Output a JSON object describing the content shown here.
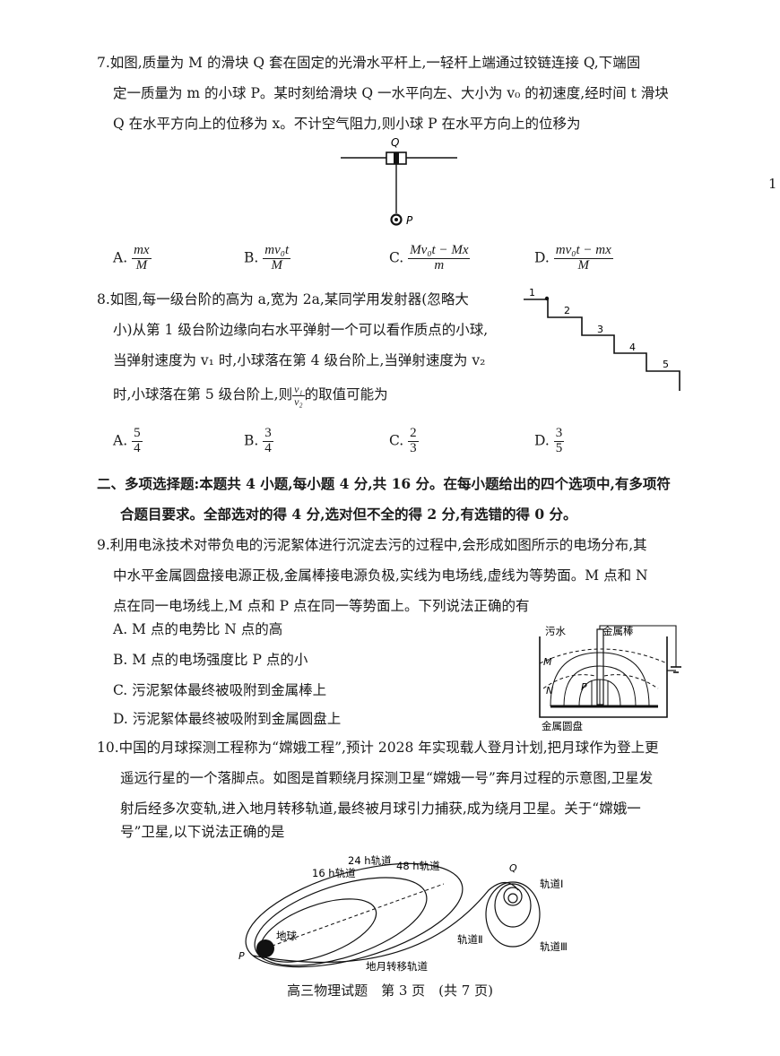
{
  "margin_number": "1",
  "q7": {
    "line1": "7.如图,质量为 M 的滑块 Q 套在固定的光滑水平杆上,一轻杆上端通过铰链连接 Q,下端固",
    "line2": "定一质量为 m 的小球 P。某时刻给滑块 Q 一水平向左、大小为 v₀ 的初速度,经时间 t 滑块",
    "line3": "Q 在水平方向上的位移为 x。不计空气阻力,则小球 P 在水平方向上的位移为",
    "fig_label_q": "Q",
    "fig_label_p": "P",
    "options": [
      {
        "letter": "A.",
        "num": "mx",
        "den": "M"
      },
      {
        "letter": "B.",
        "num": "mv₀t",
        "den": "M"
      },
      {
        "letter": "C.",
        "num": "Mv₀t − Mx",
        "den": "m"
      },
      {
        "letter": "D.",
        "num": "mv₀t − mx",
        "den": "M"
      }
    ]
  },
  "q8": {
    "line1": "8.如图,每一级台阶的高为 a,宽为 2a,某同学用发射器(忽略大",
    "line2": "小)从第 1 级台阶边缘向右水平弹射一个可以看作质点的小球,",
    "line3": "当弹射速度为 v₁ 时,小球落在第 4 级台阶上,当弹射速度为 v₂",
    "line4_pre": "时,小球落在第 5 级台阶上,则",
    "ratio_num": "v₁",
    "ratio_den": "v₂",
    "line4_post": "的取值可能为",
    "steps": [
      "1",
      "2",
      "3",
      "4",
      "5"
    ],
    "options": [
      {
        "letter": "A.",
        "num": "5",
        "den": "4"
      },
      {
        "letter": "B.",
        "num": "3",
        "den": "4"
      },
      {
        "letter": "C.",
        "num": "2",
        "den": "3"
      },
      {
        "letter": "D.",
        "num": "3",
        "den": "5"
      }
    ]
  },
  "section2": {
    "line1": "二、多项选择题:本题共 4 小题,每小题 4 分,共 16 分。在每小题给出的四个选项中,有多项符",
    "line2": "合题目要求。全部选对的得 4 分,选对但不全的得 2 分,有选错的得 0 分。"
  },
  "q9": {
    "line1": "9.利用电泳技术对带负电的污泥絮体进行沉淀去污的过程中,会形成如图所示的电场分布,其",
    "line2": "中水平金属圆盘接电源正极,金属棒接电源负极,实线为电场线,虚线为等势面。M 点和 N",
    "line3": "点在同一电场线上,M 点和 P 点在同一等势面上。下列说法正确的有",
    "options": [
      "A. M 点的电势比 N 点的高",
      "B. M 点的电场强度比 P 点的小",
      "C. 污泥絮体最终被吸附到金属棒上",
      "D. 污泥絮体最终被吸附到金属圆盘上"
    ],
    "fig_water": "污水",
    "fig_rod": "金属棒",
    "fig_disk": "金属圆盘",
    "fig_m": "M",
    "fig_n": "N",
    "fig_p": "P"
  },
  "q10": {
    "line1": "10.中国的月球探测工程称为“嫦娥工程”,预计 2028 年实现载人登月计划,把月球作为登上更",
    "line2": "遥远行星的一个落脚点。如图是首颗绕月探测卫星“嫦娥一号”奔月过程的示意图,卫星发",
    "line3": "射后经多次变轨,进入地月转移轨道,最终被月球引力捕获,成为绕月卫星。关于“嫦娥一",
    "line4": "号”卫星,以下说法正确的是",
    "fig_16h": "16 h轨道",
    "fig_24h": "24 h轨道",
    "fig_48h": "48 h轨道",
    "fig_earth": "地球",
    "fig_p": "P",
    "fig_q": "Q",
    "fig_orbit1": "轨道Ⅰ",
    "fig_orbit2": "轨道Ⅱ",
    "fig_orbit3": "轨道Ⅲ",
    "fig_transfer": "地月转移轨道"
  },
  "footer": "高三物理试题　第 3 页　(共 7 页)"
}
